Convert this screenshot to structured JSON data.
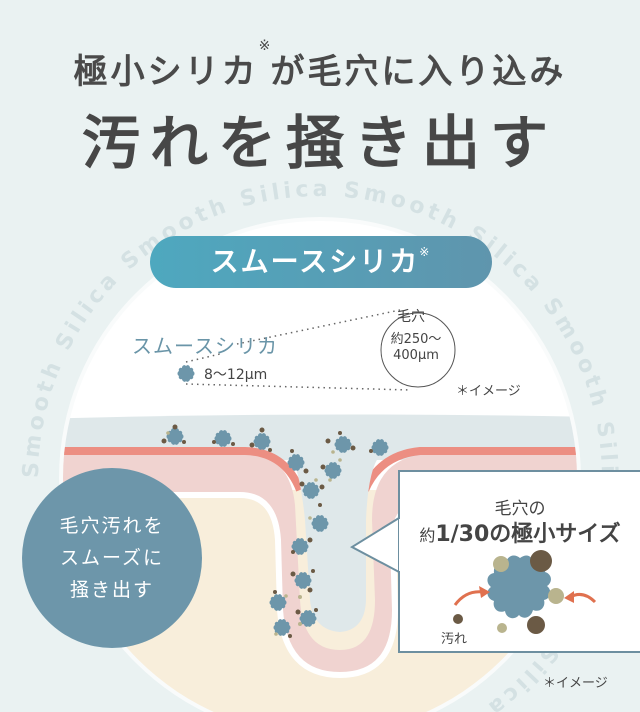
{
  "headline": {
    "line1_main": "極小シリカ",
    "line1_mark": "※",
    "line1_rest": "が毛穴に入り込み",
    "line2": "汚れを掻き出す"
  },
  "ring_text": "Smooth Silica Smooth Silica Smooth Silica Smooth Silica",
  "pill": {
    "label": "スムースシリカ",
    "mark": "※"
  },
  "scale_diagram": {
    "silica_label": "スムースシリカ",
    "silica_size": "8〜12μm",
    "pore_label": "毛穴",
    "pore_size_line1": "約250〜",
    "pore_size_line2": "400μm",
    "note": "＊イメージ"
  },
  "summary_badge": {
    "line1": "毛穴汚れを",
    "line2": "スムーズに",
    "line3": "掻き出す"
  },
  "callout": {
    "line1": "毛穴の",
    "line2_prefix": "約",
    "line2_main": "1/30の極小サイズ",
    "dirt_label": "汚れ"
  },
  "footer_note": "＊イメージ",
  "colors": {
    "background": "#eaf2f2",
    "pill_start": "#4ea8bf",
    "pill_end": "#5f95ad",
    "silica_blue": "#6d96aa",
    "epidermis": "#dfe8ea",
    "coral_line": "#ec8e82",
    "dermis": "#f0d3d0",
    "subcutis": "#f8eedb",
    "dirt_dark": "#6b5a45",
    "dirt_light": "#b9b48e",
    "arrow": "#e0714f"
  }
}
